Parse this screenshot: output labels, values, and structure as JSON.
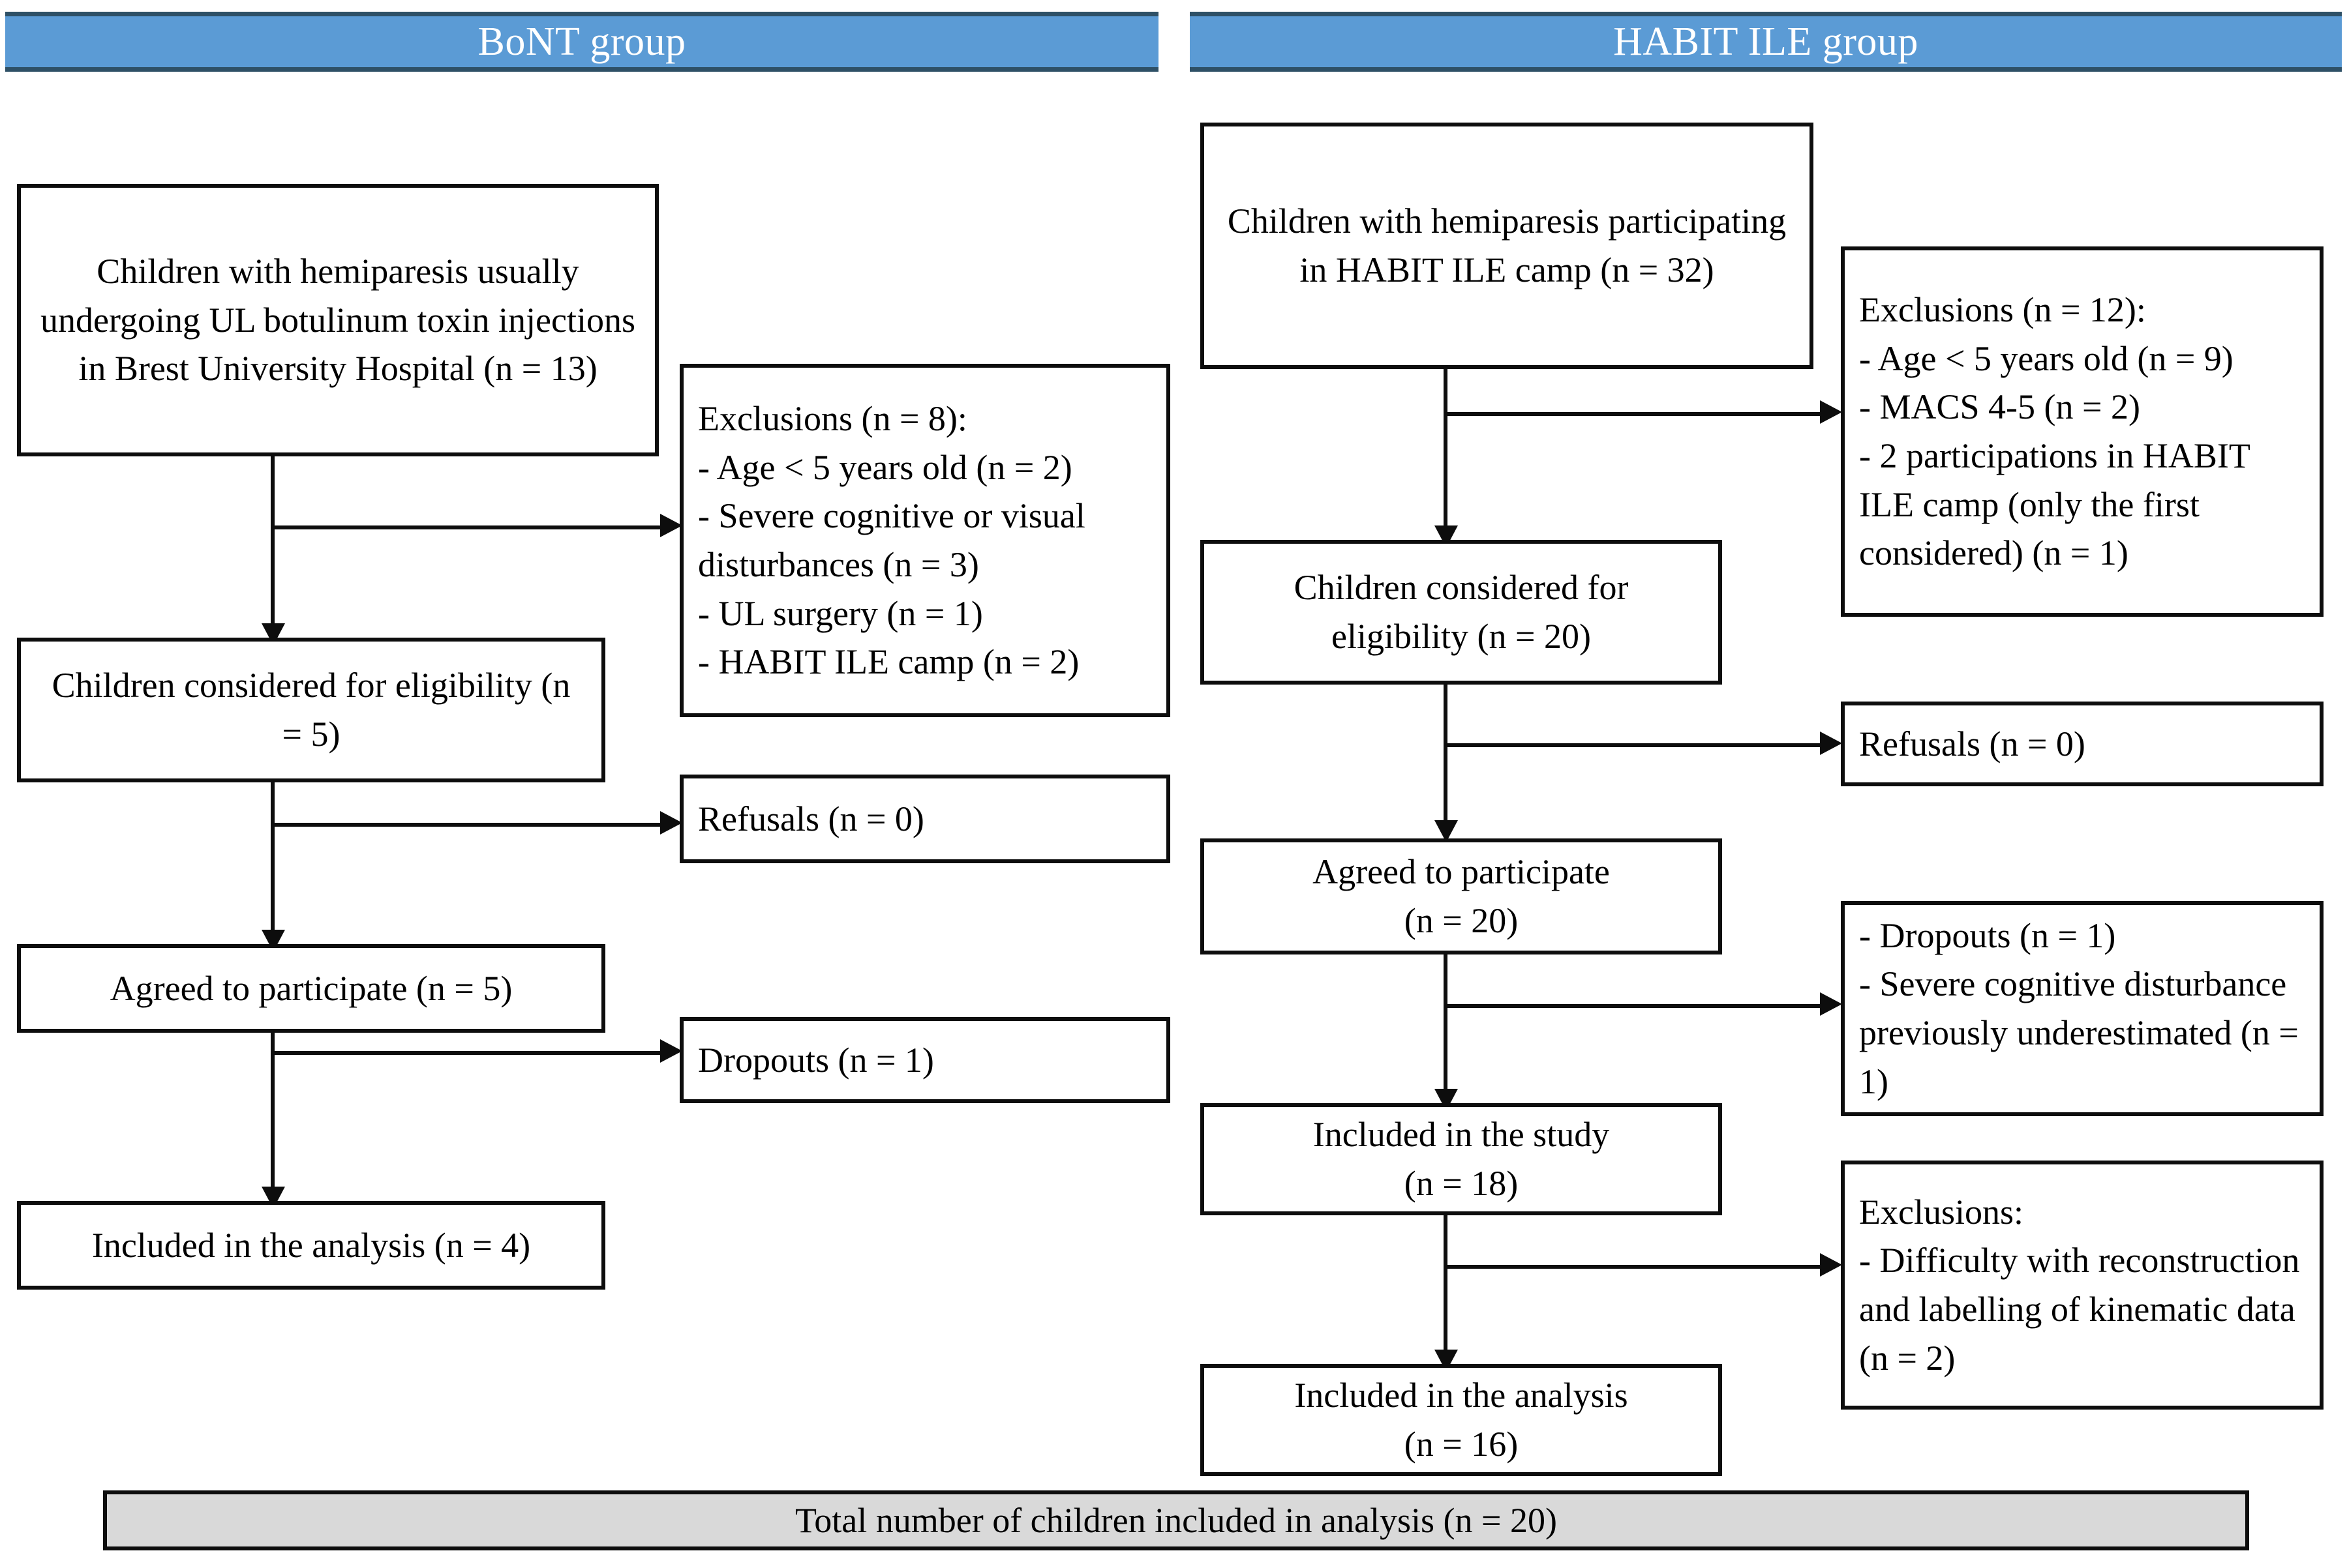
{
  "figure": {
    "type": "participant-flow-diagram",
    "groups": [
      {
        "id": "bont",
        "label": "BoNT group"
      },
      {
        "id": "habit",
        "label": "HABIT ILE group"
      }
    ]
  },
  "colors": {
    "header_fill": "#5B9BD5",
    "header_border": "#2E5066",
    "header_text": "#FFFFFF",
    "box_border": "#0D0D0D",
    "box_fill": "#FFFFFF",
    "total_bar_fill": "#D9D9D9",
    "line": "#0D0D0D"
  },
  "bont": {
    "header": "BoNT group",
    "enrolled": "Children with hemiparesis usually undergoing UL botulinum toxin injections in Brest University Hospital (n = 13)",
    "exclusions": "Exclusions (n = 8):\n- Age < 5 years old (n = 2)\n- Severe cognitive or visual disturbances (n = 3)\n- UL surgery (n = 1)\n- HABIT ILE camp (n = 2)",
    "eligibility": "Children considered for eligibility  (n = 5)",
    "refusals": "Refusals (n = 0)",
    "agreed": "Agreed to participate (n = 5)",
    "dropouts": "Dropouts (n = 1)",
    "analysis": "Included in the analysis (n = 4)"
  },
  "habit": {
    "header": "HABIT ILE group",
    "enrolled": "Children with hemiparesis participating in HABIT ILE camp (n = 32)",
    "exclusions": "Exclusions (n = 12):\n- Age < 5 years old (n = 9)\n- MACS 4-5 (n = 2)\n- 2 participations in HABIT ILE camp (only the first considered) (n = 1)",
    "eligibility": "Children considered for eligibility  (n = 20)",
    "refusals": "Refusals (n = 0)",
    "agreed": "Agreed to participate\n(n = 20)",
    "losses": "- Dropouts (n = 1)\n- Severe cognitive disturbance previously underestimated (n = 1)",
    "included_study": "Included in the study\n(n = 18)",
    "post_exclusions": "Exclusions:\n- Difficulty with reconstruction and labelling of kinematic data\n(n = 2)",
    "analysis": "Included in the analysis\n(n = 16)"
  },
  "total": {
    "label": "Total number of children included in analysis (n = 20)"
  },
  "chart_data": {
    "type": "flow",
    "title": "Participant flow diagram",
    "nodes": [
      {
        "id": "bont-enrolled",
        "group": "BoNT group",
        "stage": "enrolled",
        "n": 13
      },
      {
        "id": "bont-exclusions",
        "group": "BoNT group",
        "stage": "exclusions",
        "n": 8,
        "reasons": [
          {
            "label": "Age < 5 years old",
            "n": 2
          },
          {
            "label": "Severe cognitive or visual disturbances",
            "n": 3
          },
          {
            "label": "UL surgery",
            "n": 1
          },
          {
            "label": "HABIT ILE camp",
            "n": 2
          }
        ]
      },
      {
        "id": "bont-eligibility",
        "group": "BoNT group",
        "stage": "eligibility",
        "n": 5
      },
      {
        "id": "bont-refusals",
        "group": "BoNT group",
        "stage": "refusals",
        "n": 0
      },
      {
        "id": "bont-agreed",
        "group": "BoNT group",
        "stage": "agreed",
        "n": 5
      },
      {
        "id": "bont-dropouts",
        "group": "BoNT group",
        "stage": "dropouts",
        "n": 1
      },
      {
        "id": "bont-analysis",
        "group": "BoNT group",
        "stage": "analysis",
        "n": 4
      },
      {
        "id": "habit-enrolled",
        "group": "HABIT ILE group",
        "stage": "enrolled",
        "n": 32
      },
      {
        "id": "habit-exclusions",
        "group": "HABIT ILE group",
        "stage": "exclusions",
        "n": 12,
        "reasons": [
          {
            "label": "Age < 5 years old",
            "n": 9
          },
          {
            "label": "MACS 4-5",
            "n": 2
          },
          {
            "label": "2 participations in HABIT ILE camp (only the first considered)",
            "n": 1
          }
        ]
      },
      {
        "id": "habit-eligibility",
        "group": "HABIT ILE group",
        "stage": "eligibility",
        "n": 20
      },
      {
        "id": "habit-refusals",
        "group": "HABIT ILE group",
        "stage": "refusals",
        "n": 0
      },
      {
        "id": "habit-agreed",
        "group": "HABIT ILE group",
        "stage": "agreed",
        "n": 20
      },
      {
        "id": "habit-losses",
        "group": "HABIT ILE group",
        "stage": "losses",
        "n": 2,
        "reasons": [
          {
            "label": "Dropouts",
            "n": 1
          },
          {
            "label": "Severe cognitive disturbance previously underestimated",
            "n": 1
          }
        ]
      },
      {
        "id": "habit-included-study",
        "group": "HABIT ILE group",
        "stage": "included_in_study",
        "n": 18
      },
      {
        "id": "habit-post-exclusions",
        "group": "HABIT ILE group",
        "stage": "exclusions",
        "reasons": [
          {
            "label": "Difficulty with reconstruction and labelling of kinematic data",
            "n": 2
          }
        ]
      },
      {
        "id": "habit-analysis",
        "group": "HABIT ILE group",
        "stage": "analysis",
        "n": 16
      },
      {
        "id": "total-analysis",
        "group": "Both",
        "stage": "total_analysis",
        "n": 20
      }
    ],
    "edges": [
      {
        "from": "bont-enrolled",
        "to": "bont-eligibility"
      },
      {
        "from": "bont-enrolled",
        "to": "bont-exclusions"
      },
      {
        "from": "bont-eligibility",
        "to": "bont-agreed"
      },
      {
        "from": "bont-eligibility",
        "to": "bont-refusals"
      },
      {
        "from": "bont-agreed",
        "to": "bont-analysis"
      },
      {
        "from": "bont-agreed",
        "to": "bont-dropouts"
      },
      {
        "from": "habit-enrolled",
        "to": "habit-eligibility"
      },
      {
        "from": "habit-enrolled",
        "to": "habit-exclusions"
      },
      {
        "from": "habit-eligibility",
        "to": "habit-agreed"
      },
      {
        "from": "habit-eligibility",
        "to": "habit-refusals"
      },
      {
        "from": "habit-agreed",
        "to": "habit-included-study"
      },
      {
        "from": "habit-agreed",
        "to": "habit-losses"
      },
      {
        "from": "habit-included-study",
        "to": "habit-analysis"
      },
      {
        "from": "habit-included-study",
        "to": "habit-post-exclusions"
      }
    ]
  }
}
